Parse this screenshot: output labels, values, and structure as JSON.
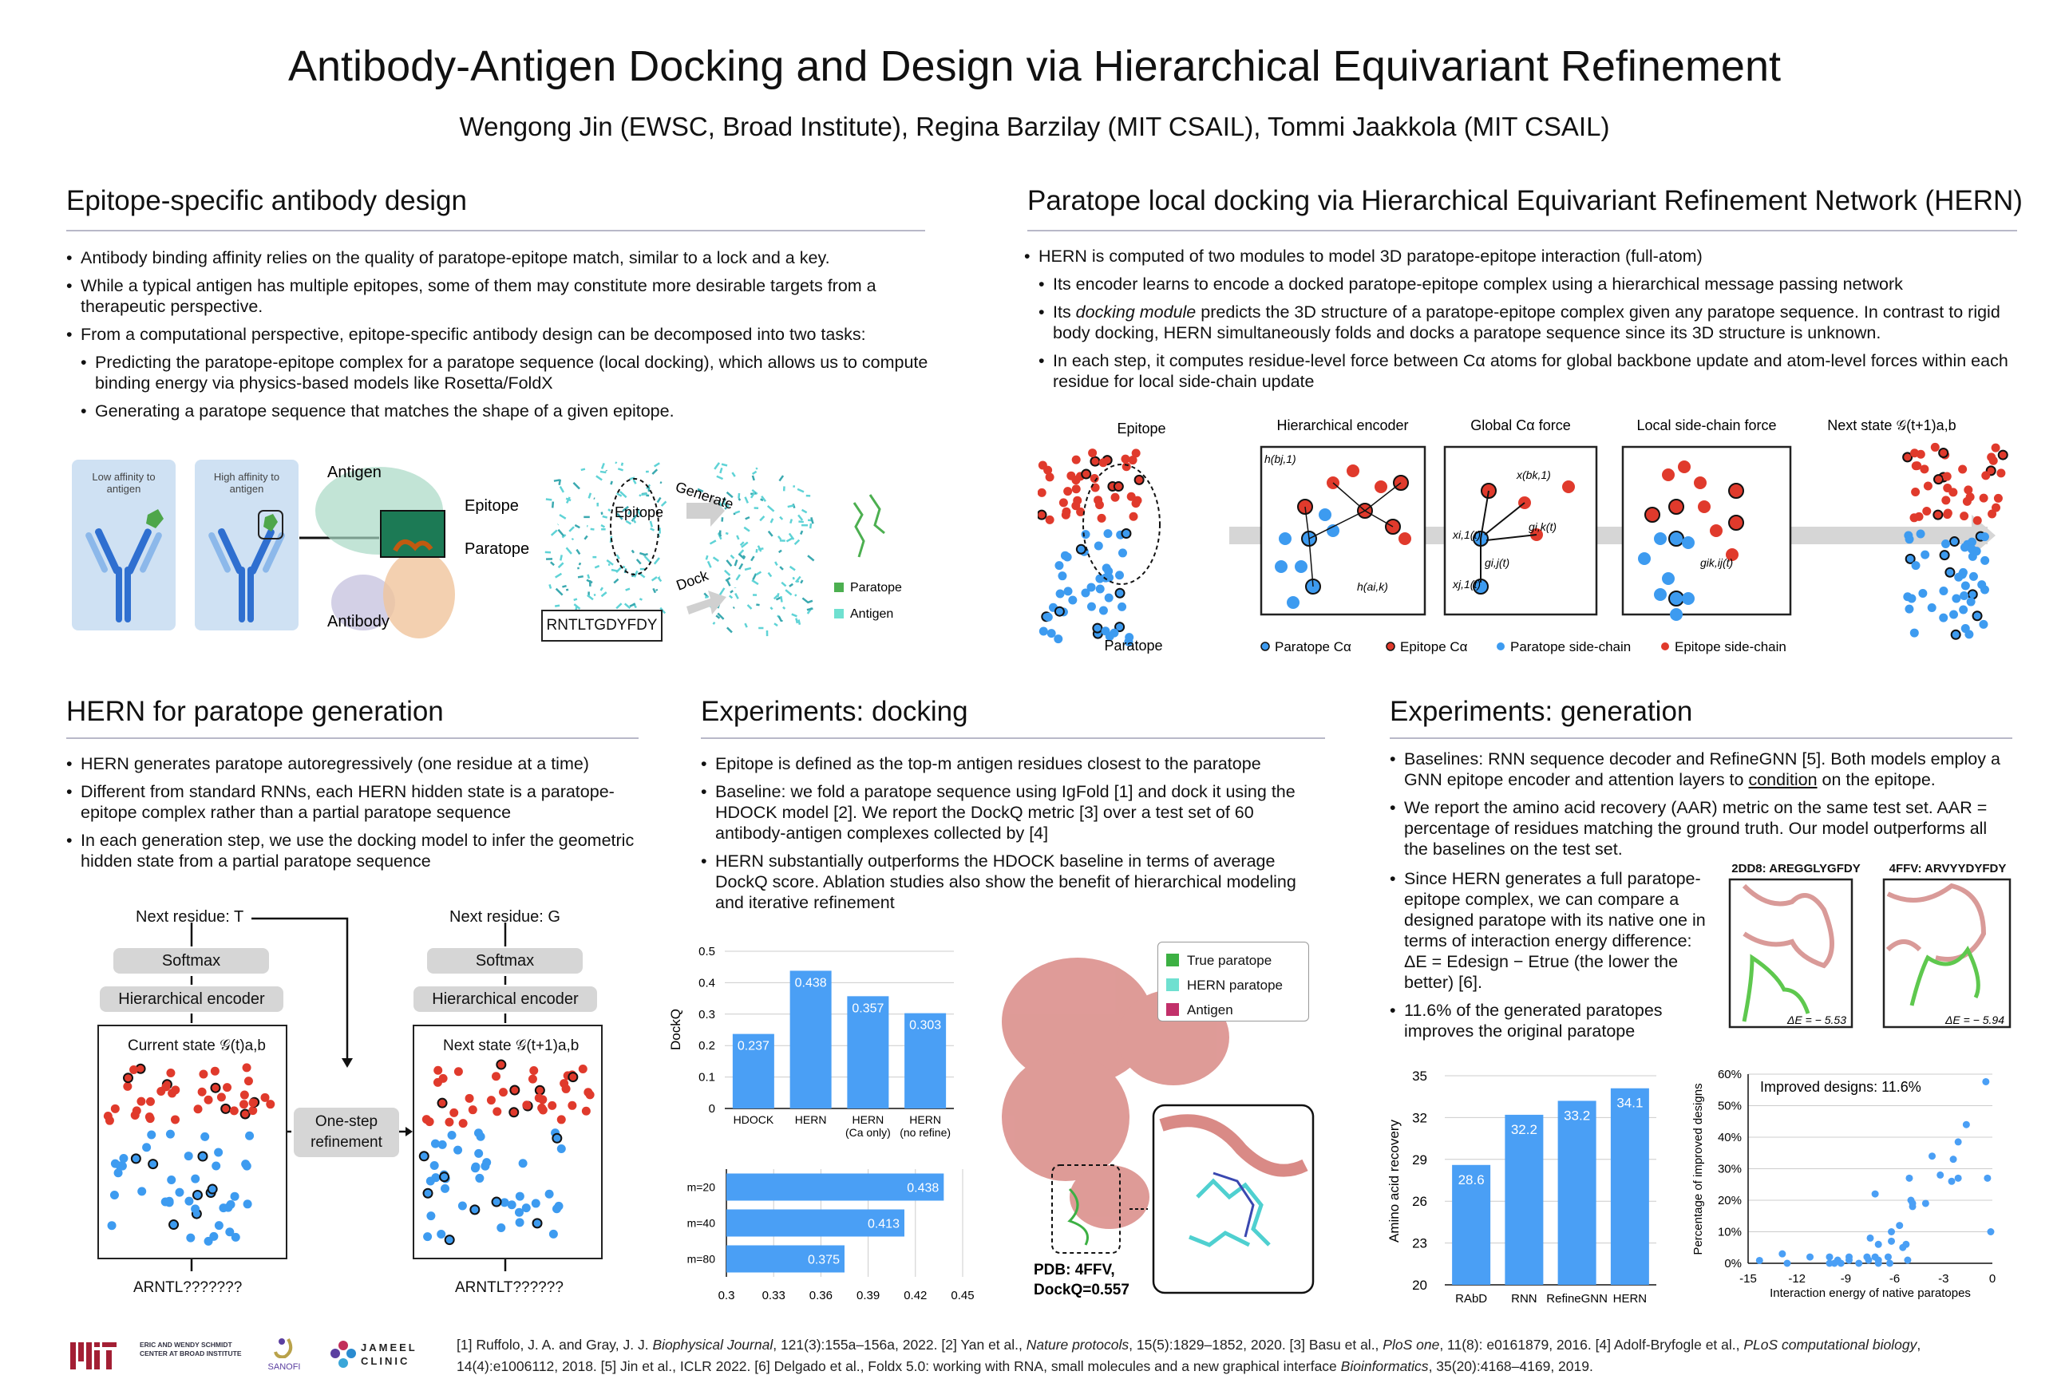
{
  "title": "Antibody-Antigen Docking and Design via Hierarchical Equivariant Refinement",
  "authors": "Wengong Jin (EWSC, Broad Institute), Regina Barzilay (MIT CSAIL), Tommi Jaakkola (MIT CSAIL)",
  "s1": {
    "heading": "Epitope-specific antibody design",
    "b1": "Antibody binding affinity relies on the quality of paratope-epitope match, similar to a lock and a key.",
    "b2": "While a typical antigen has multiple epitopes, some of them may constitute more desirable targets from a therapeutic perspective.",
    "b3": "From a computational perspective, epitope-specific antibody design can be decomposed into two tasks:",
    "b3a": "Predicting the paratope-epitope complex for a paratope sequence (local docking), which allows us to compute binding energy via physics-based models like Rosetta/FoldX",
    "b3b": "Generating a paratope sequence that matches the shape of a given epitope.",
    "fig": {
      "low": "Low affinity to antigen",
      "high": "High affinity to antigen",
      "antigen": "Antigen",
      "epitope": "Epitope",
      "paratope": "Paratope",
      "antibody": "Antibody",
      "epitope2": "Epitope",
      "generate": "Generate",
      "dock": "Dock",
      "seq": "RNTLTGDYFDY",
      "leg_paratope": "Paratope",
      "leg_antigen": "Antigen",
      "c_paratope": "#4caf50",
      "c_antigen": "#6fe0d0"
    }
  },
  "s2": {
    "heading": "Paratope local docking via Hierarchical Equivariant Refinement Network (HERN)",
    "b1": "HERN is computed of two modules to model 3D paratope-epitope interaction (full-atom)",
    "b1a": "Its encoder learns to encode a docked paratope-epitope complex using a hierarchical message passing network",
    "b1b_pre": "Its ",
    "b1b_em": "docking module",
    "b1b_post": " predicts the 3D structure of a paratope-epitope complex given any paratope sequence. In contrast to rigid body docking, HERN simultaneously folds and docks a paratope sequence since its 3D structure is unknown.",
    "b1c": "In each step, it computes residue-level force between Cα atoms for global backbone update and atom-level forces within each residue for local side-chain update",
    "fig": {
      "epitope": "Epitope",
      "paratope": "Paratope",
      "enc": "Hierarchical encoder",
      "glob": "Global Cα force",
      "loc": "Local side-chain force",
      "next": "Next state 𝒢(t+1)a,b",
      "h_b": "h(bj,1)",
      "h_a": "h(ai,k)",
      "x_b": "x(bk,1)",
      "x_i": "xi,1(t)",
      "x_j": "xj,1(t)",
      "g_ik": "gi,k(t)",
      "g_ij": "gi,j(t)",
      "g_loc": "gik,ij(t)",
      "legend": [
        "Paratope Cα",
        "Epitope Cα",
        "Paratope side-chain",
        "Epitope side-chain"
      ],
      "c_red": "#e03a2c",
      "c_blue": "#3d9bf0"
    }
  },
  "s3": {
    "heading": "HERN for paratope generation",
    "b1": "HERN generates paratope autoregressively (one residue at a time)",
    "b2": "Different from standard RNNs, each HERN hidden state is a paratope-epitope complex rather than a partial paratope sequence",
    "b3": "In each generation step, we use the docking model to infer the geometric hidden state from a partial paratope sequence",
    "fig": {
      "next_t": "Next residue: T",
      "next_g": "Next residue: G",
      "softmax": "Softmax",
      "enc": "Hierarchical encoder",
      "cur": "Current state 𝒢(t)a,b",
      "nxt": "Next state 𝒢(t+1)a,b",
      "refine": "One-step refinement",
      "seq1": "ARNTL???????",
      "seq2": "ARNTLT??????"
    }
  },
  "s4": {
    "heading": "Experiments: docking",
    "b1": "Epitope is defined as the top-m antigen residues closest to the paratope",
    "b2": "Baseline: we fold a paratope sequence using IgFold [1] and dock it using the HDOCK model [2]. We report the DockQ metric [3] over a test set of 60 antibody-antigen complexes collected by [4]",
    "b3": "HERN substantially outperforms the HDOCK baseline in terms of average DockQ score. Ablation studies also show the benefit of hierarchical modeling and iterative refinement",
    "fig": {
      "legend": [
        "True paratope",
        "HERN paratope",
        "Antigen"
      ],
      "legend_colors": [
        "#3cb043",
        "#6fe0d0",
        "#c2306a"
      ],
      "pdb": "PDB: 4FFV,",
      "dockq": "DockQ=0.557"
    }
  },
  "s5": {
    "heading": "Experiments: generation",
    "b1_pre": "Baselines: RNN sequence decoder and RefineGNN [5]. Both models employ a GNN epitope encoder and attention layers to ",
    "b1_u": "condition",
    "b1_post": " on the epitope.",
    "b2": "We report the amino acid recovery (AAR) metric on the same test set. AAR = percentage of residues matching the ground truth. Our model outperforms all the baselines on the test set.",
    "b3": "Since HERN generates a full paratope-epitope complex, we can compare a designed paratope with its native one in terms of interaction energy difference: ΔE = Edesign − Etrue (the lower the better) [6].",
    "b4": "11.6% of the generated paratopes improves the original paratope",
    "img1": {
      "title": "2DD8: AREGGLYGFDY",
      "de": "ΔE = − 5.53"
    },
    "img2": {
      "title": "4FFV: ARVYYDYFDY",
      "de": "ΔE = − 5.94"
    }
  },
  "refs": {
    "line1_a": "[1] Ruffolo, J. A. and Gray, J. J. ",
    "line1_b": "Biophysical Journal",
    ", ": "",
    "line1_c": ", 121(3):155a–156a, 2022.    [2] Yan et al., ",
    "line1_d": "Nature protocols",
    "line1_e": ", 15(5):1829–1852, 2020.   [3] Basu et al., ",
    "line1_f": "PloS one",
    "line1_g": ", 11(8): e0161879, 2016. [4] Adolf-Bryfogle et al., ",
    "line1_h": "PLoS computational biology",
    "line2_a": "14(4):e1006112, 2018. [5] Jin et al., ICLR 2022.     [6] Delgado et al., Foldx 5.0: working with RNA, small molecules and a new graphical interface ",
    "line2_b": "Bioinformatics",
    "line2_c": ", 35(20):4168–4169, 2019."
  },
  "logos": {
    "mit": "MIT",
    "schmidt": "ERIC AND WENDY SCHMIDT CENTER AT BROAD INSTITUTE",
    "sanofi": "SANOFI",
    "jameel": "JAMEEL CLINIC"
  },
  "chart_data": [
    {
      "type": "bar",
      "title": "",
      "ylabel": "DockQ",
      "categories": [
        "HDOCK",
        "HERN",
        "HERN (Ca only)",
        "HERN (no refine)"
      ],
      "values": [
        0.237,
        0.438,
        0.357,
        0.303
      ],
      "ylim": [
        0,
        0.5
      ],
      "yticks": [
        0,
        0.1,
        0.2,
        0.3,
        0.4,
        0.5
      ],
      "color": "#4a9ff5",
      "grid": true
    },
    {
      "type": "bar",
      "orientation": "horizontal",
      "categories": [
        "m=20",
        "m=40",
        "m=80"
      ],
      "values": [
        0.438,
        0.413,
        0.375
      ],
      "xlim": [
        0.3,
        0.45
      ],
      "xticks": [
        0.3,
        0.33,
        0.36,
        0.39,
        0.42,
        0.45
      ],
      "color": "#4a9ff5",
      "grid": true
    },
    {
      "type": "bar",
      "ylabel": "Amino acid recovery",
      "categories": [
        "RAbD",
        "RNN",
        "RefineGNN",
        "HERN"
      ],
      "values": [
        28.6,
        32.2,
        33.2,
        34.1
      ],
      "ylim": [
        20,
        35
      ],
      "yticks": [
        20,
        23,
        26,
        29,
        32,
        35
      ],
      "color": "#4a9ff5",
      "grid": true
    },
    {
      "type": "scatter",
      "xlabel": "Interaction energy of native paratopes",
      "ylabel": "Percentage of improved designs",
      "annotation": "Improved designs: 11.6%",
      "xlim": [
        -15,
        0
      ],
      "ylim": [
        0,
        60
      ],
      "xticks": [
        -15,
        -12,
        -9,
        -6,
        -3,
        0
      ],
      "yticks": [
        "0%",
        "10%",
        "20%",
        "30%",
        "40%",
        "50%",
        "60%"
      ],
      "color": "#4a9ff5",
      "x": [
        -14.3,
        -12.9,
        -12.6,
        -11.2,
        -10.0,
        -10.0,
        -9.7,
        -9.5,
        -9.3,
        -8.8,
        -8.8,
        -8.2,
        -7.7,
        -7.6,
        -7.5,
        -7.2,
        -7.2,
        -7.0,
        -7.0,
        -7.0,
        -6.4,
        -6.3,
        -6.2,
        -6.2,
        -5.7,
        -5.5,
        -5.3,
        -5.2,
        -5.1,
        -5.0,
        -4.9,
        -4.9,
        -4.1,
        -3.7,
        -3.2,
        -2.5,
        -2.4,
        -2.1,
        -2.1,
        -1.6,
        -0.4,
        -0.3,
        -0.1
      ],
      "y": [
        0.9,
        3,
        0,
        2,
        2,
        0,
        0,
        1,
        0,
        1,
        2,
        0,
        2,
        1,
        8,
        22,
        2,
        6,
        1,
        0,
        2,
        0,
        10,
        7,
        12,
        5,
        6,
        1,
        27,
        20,
        19,
        18,
        19,
        34,
        28,
        26,
        33,
        38.5,
        27,
        44,
        57.6,
        27,
        10
      ]
    }
  ]
}
